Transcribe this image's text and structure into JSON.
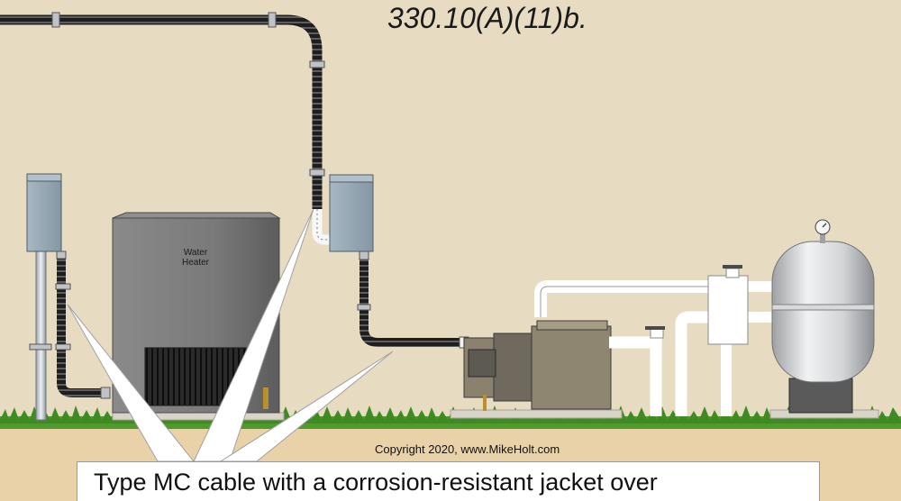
{
  "diagram": {
    "code_reference": "330.10(A)(11)b.",
    "equipment_label_line1": "Water",
    "equipment_label_line2": "Heater",
    "copyright": "Copyright 2020, www.MikeHolt.com",
    "callout": "Type MC cable with a corrosion-resistant jacket over"
  },
  "colors": {
    "wall": "#e7dcc2",
    "ground": "#ead2a8",
    "grass": "#4f9a2c",
    "enclosure": "#93a6b3",
    "cable": "#2a2a2a",
    "heater": "#7b7b7b",
    "pipe": "#ffffff",
    "filter": "#cfd1d3"
  }
}
